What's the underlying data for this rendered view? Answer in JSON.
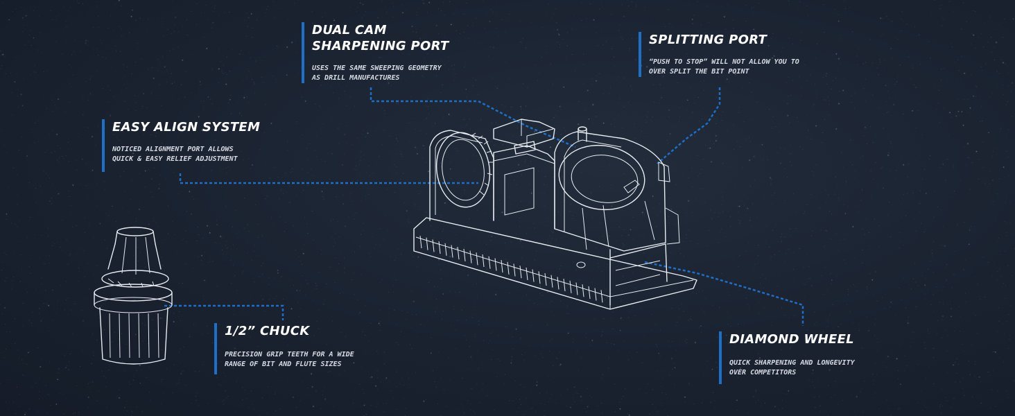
{
  "callouts": {
    "dual_cam": {
      "title": "DUAL CAM\nSHARPENING PORT",
      "desc": "USES THE SAME SWEEPING GEOMETRY\nAS DRILL MANUFACTURES"
    },
    "splitting": {
      "title": "SPLITTING PORT",
      "desc": "“PUSH TO STOP” WILL NOT ALLOW YOU TO\nOVER SPLIT THE BIT POINT"
    },
    "easy_align": {
      "title": "EASY ALIGN SYSTEM",
      "desc": "NOTICED ALIGNMENT PORT ALLOWS\nQUICK & EASY RELIEF ADJUSTMENT"
    },
    "chuck": {
      "title": "1/2” CHUCK",
      "desc": "PRECISION GRIP TEETH FOR A WIDE\n RANGE OF BIT AND FLUTE SIZES"
    },
    "diamond": {
      "title": "DIAMOND WHEEL",
      "desc": "QUICK SHARPENING AND LONGEVITY\nOVER COMPETITORS"
    }
  },
  "colors": {
    "background": "#1b2331",
    "accent_blue": "#1f6fc7",
    "line_art": "#e9edf2",
    "text": "#ffffff"
  },
  "icons": {
    "sharpener": "drill-bit-sharpener-line-art",
    "chuck": "chuck-line-art"
  }
}
